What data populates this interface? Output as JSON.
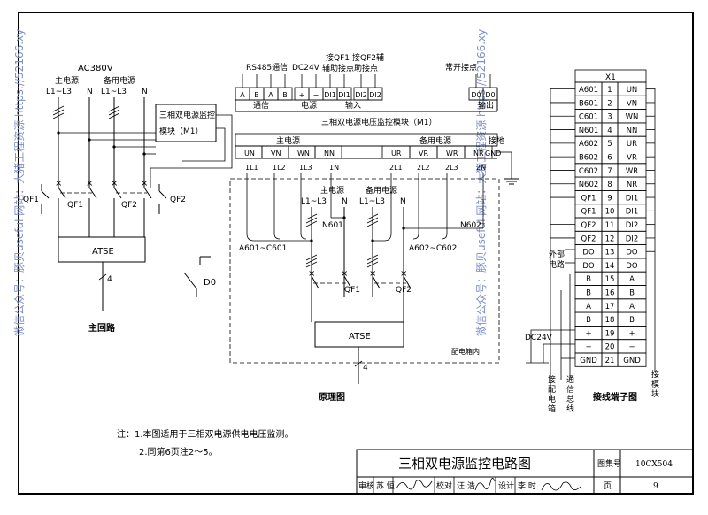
{
  "watermark": {
    "left": "微信公众号：豚贝useful    网站：大猪工程资源    https://52166.xy",
    "right": "微信公众号：豚贝useful    网站：大猪工程资源    https://52166.xy"
  },
  "main_circuit": {
    "supply_label": "AC380V",
    "main_source": "主电源",
    "backup_source": "备用电源",
    "l1_l3": "L1~L3",
    "neutral": "N",
    "monitor_module_line1": "三相双电源监控",
    "monitor_module_line2": "模块（M1）",
    "qf1": "QF1",
    "qf2": "QF2",
    "atse": "ATSE",
    "cable_count": "4",
    "do_label": "D0",
    "caption": "主回路"
  },
  "module": {
    "top_labels": {
      "rs485": "RS485通信",
      "dc24v": "DC24V",
      "qf1_aux_1": "接QF1",
      "qf1_aux_2": "辅助接点",
      "qf2_aux_1": "接QF2辅",
      "qf2_aux_2": "助接点",
      "no_contact": "常开接点"
    },
    "terminals_left": [
      "A",
      "B",
      "A",
      "B",
      "+",
      "−",
      "DI1",
      "DI1",
      "DI2",
      "DI2"
    ],
    "terminals_right": [
      "D0",
      "D0"
    ],
    "group_comm": "通信",
    "group_power": "电源",
    "group_input": "输入",
    "group_output": "输出",
    "title": "三相双电源电压监控模块（M1）",
    "main_group": "主电源",
    "backup_group": "备用电源",
    "ground": "接地",
    "main_terms": [
      "UN",
      "VN",
      "WN",
      "NN"
    ],
    "backup_terms": [
      "UR",
      "VR",
      "WR",
      "NR"
    ],
    "gnd": "GND",
    "lines_main": [
      "1L1",
      "1L2",
      "1L3",
      "1N"
    ],
    "lines_backup": [
      "2L1",
      "2L2",
      "2L3",
      "2N"
    ]
  },
  "principle": {
    "main_source": "主电源",
    "backup_source": "备用电源",
    "l1_l3_a": "L1~L3",
    "n_a": "N",
    "l1_l3_b": "L1~L3",
    "n_b": "N",
    "n601": "N601",
    "n602": "N602",
    "a601": "A601~C601",
    "a602": "A602~C602",
    "qf1": "QF1",
    "qf2": "QF2",
    "atse": "ATSE",
    "cabinet": "配电箱内",
    "cable_count": "4",
    "caption": "原理图"
  },
  "terminal_block": {
    "header": "X1",
    "rows": [
      {
        "left": "A601",
        "num": "1",
        "right": "UN"
      },
      {
        "left": "B601",
        "num": "2",
        "right": "VN"
      },
      {
        "left": "C601",
        "num": "3",
        "right": "WN"
      },
      {
        "left": "N601",
        "num": "4",
        "right": "NN"
      },
      {
        "left": "A602",
        "num": "5",
        "right": "UR"
      },
      {
        "left": "B602",
        "num": "6",
        "right": "VR"
      },
      {
        "left": "C602",
        "num": "7",
        "right": "WR"
      },
      {
        "left": "N602",
        "num": "8",
        "right": "NR"
      },
      {
        "left": "QF1",
        "num": "9",
        "right": "DI1"
      },
      {
        "left": "QF1",
        "num": "10",
        "right": "DI1"
      },
      {
        "left": "QF2",
        "num": "11",
        "right": "DI2"
      },
      {
        "left": "QF2",
        "num": "12",
        "right": "DI2"
      },
      {
        "left": "DO",
        "num": "13",
        "right": "DO"
      },
      {
        "left": "DO",
        "num": "14",
        "right": "DO"
      },
      {
        "left": "B",
        "num": "15",
        "right": "A"
      },
      {
        "left": "B",
        "num": "16",
        "right": "B"
      },
      {
        "left": "A",
        "num": "17",
        "right": "A"
      },
      {
        "left": "B",
        "num": "18",
        "right": "B"
      },
      {
        "left": "+",
        "num": "19",
        "right": "+"
      },
      {
        "left": "−",
        "num": "20",
        "right": "−"
      },
      {
        "left": "GND",
        "num": "21",
        "right": "GND"
      }
    ],
    "external_circuit_1": "外部",
    "external_circuit_2": "电路",
    "dc24v": "DC24V",
    "to_cabinet": "接配电箱",
    "comm_bus": "通信总线",
    "to_module": "接模块",
    "caption": "接线端子图"
  },
  "notes": {
    "line1": "注：1.本图适用于三相双电源供电电压监测。",
    "line2": "2.同第6页注2～5。"
  },
  "title_block": {
    "title": "三相双电源监控电路图",
    "atlas_label": "图集号",
    "atlas_no": "10CX504",
    "review_label": "审核",
    "reviewer": "苏 恒",
    "check_label": "校对",
    "checker": "汪 浩",
    "design_label": "设计",
    "designer": "李 时",
    "page_label": "页",
    "page_no": "9"
  }
}
